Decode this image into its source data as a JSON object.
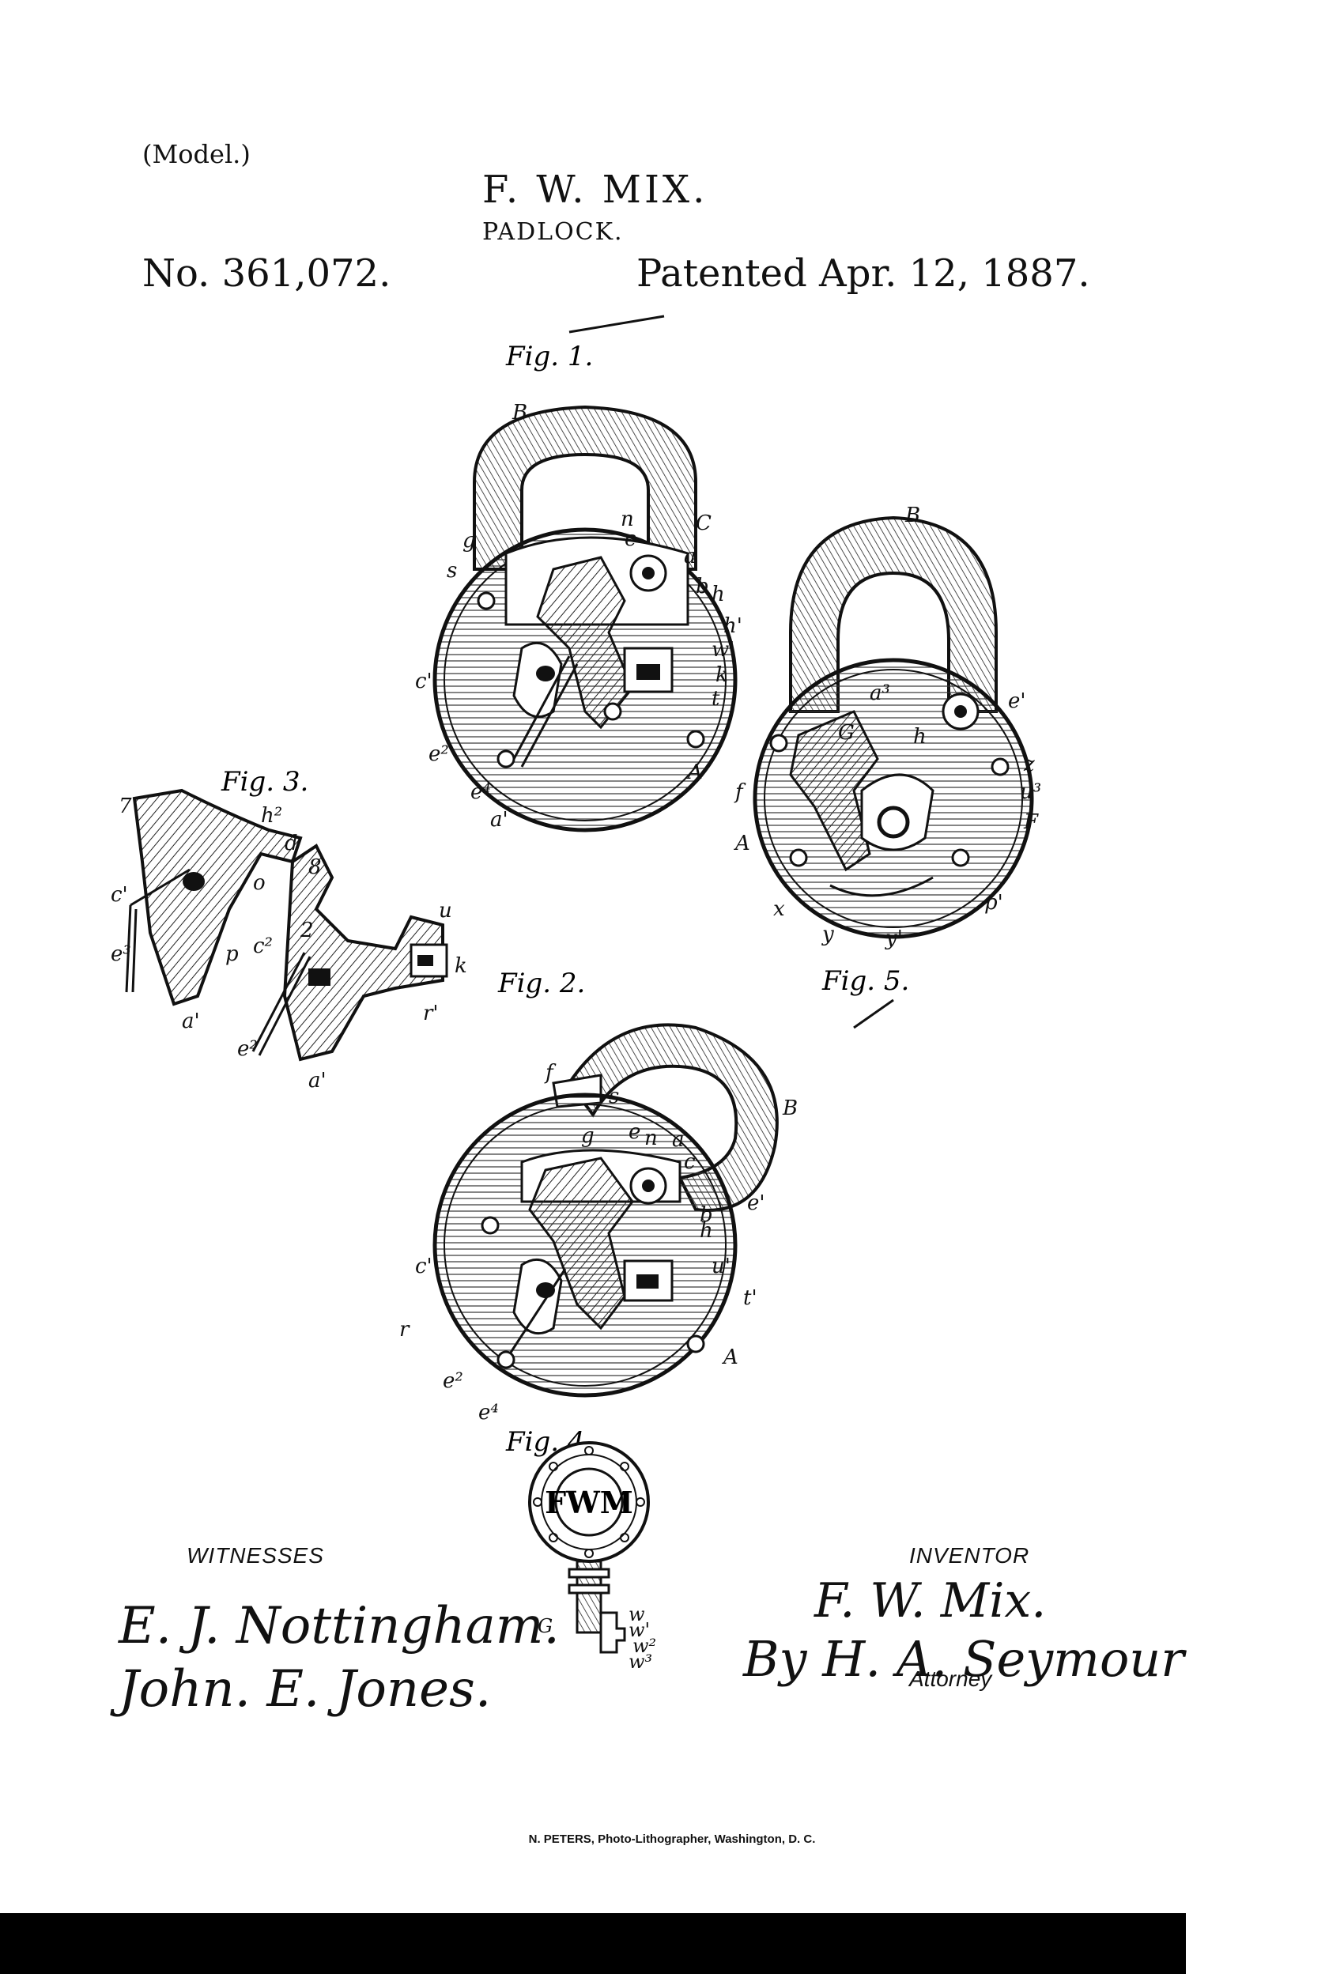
{
  "header": {
    "model_note": "(Model.)",
    "inventor_name": "F. W. MIX.",
    "title": "PADLOCK.",
    "patent_number": "No. 361,072.",
    "patent_date": "Patented Apr. 12, 1887."
  },
  "witnesses": {
    "label": "WITNESSES",
    "signatures": [
      "E. J. Nottingham.",
      "John. E. Jones."
    ]
  },
  "inventor": {
    "label": "INVENTOR",
    "signature": "F. W. Mix.",
    "by_line": "By H. A. Seymour",
    "attorney_label": "Attorney"
  },
  "printer_credit": "N. PETERS, Photo-Lithographer, Washington, D. C.",
  "figures": [
    {
      "label": "Fig. 1.",
      "labels": [
        "B",
        "n",
        "C",
        "g",
        "e",
        "a",
        "s",
        "h",
        "b",
        "h'",
        "w'",
        "c'",
        "k",
        "t",
        "e²",
        "A",
        "e⁴",
        "a'"
      ]
    },
    {
      "label": "Fig. 2.",
      "labels": [
        "f",
        "s",
        "B",
        "g",
        "e",
        "n",
        "a",
        "c",
        "e'",
        "b",
        "h",
        "c'",
        "u'",
        "t'",
        "r",
        "e²",
        "A",
        "e⁴"
      ]
    },
    {
      "label": "Fig. 3.",
      "labels": [
        "7",
        "h²",
        "d",
        "o",
        "c'",
        "8",
        "u",
        "e³",
        "p",
        "c²",
        "2",
        "k",
        "a'",
        "r'",
        "e²",
        "a'"
      ]
    },
    {
      "label": "Fig. 4.",
      "labels": [
        "G",
        "w",
        "w'",
        "w²",
        "w³"
      ]
    },
    {
      "label": "Fig. 5.",
      "labels": [
        "B",
        "a³",
        "e'",
        "G",
        "h",
        "z",
        "f",
        "u³",
        "F",
        "A",
        "x",
        "y",
        "y'",
        "p'"
      ]
    }
  ],
  "key_monogram": "FWM"
}
